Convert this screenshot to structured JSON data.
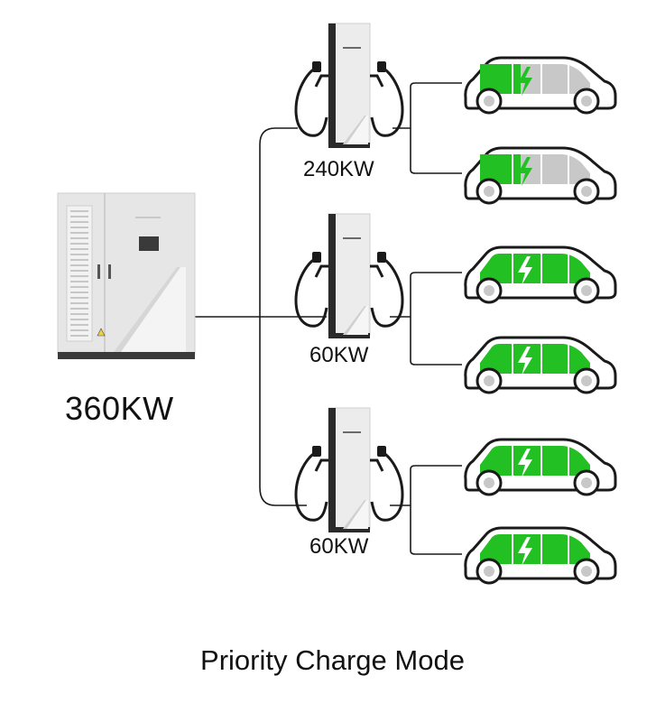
{
  "cabinet": {
    "label": "360KW"
  },
  "chargers": [
    {
      "label": "240KW"
    },
    {
      "label": "60KW"
    },
    {
      "label": "60KW"
    }
  ],
  "caption": "Priority Charge Mode",
  "colors": {
    "battery_green": "#22c022",
    "bolt_green": "#22c022",
    "car_body": "#ffffff",
    "car_outline": "#1a1a1a",
    "car_interior_gray": "#c8c8c8",
    "cabinet_gray": "#e4e4e4",
    "cabinet_base": "#3a3a3a",
    "charger_white": "#ececec",
    "charger_dark": "#2a2a2a",
    "cable": "#1a1a1a"
  },
  "cars": [
    {
      "charge_state": "partial"
    },
    {
      "charge_state": "partial"
    },
    {
      "charge_state": "full"
    },
    {
      "charge_state": "full"
    },
    {
      "charge_state": "full"
    },
    {
      "charge_state": "full"
    }
  ]
}
